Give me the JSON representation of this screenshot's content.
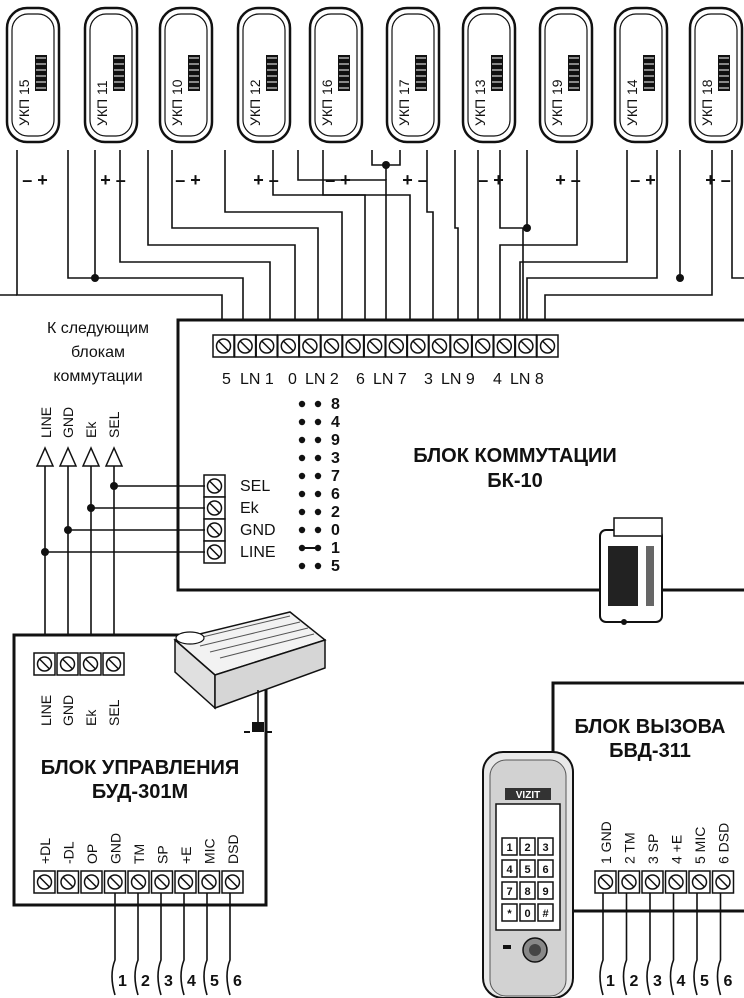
{
  "handsets": [
    "УКП 15",
    "УКП 11",
    "УКП 10",
    "УКП 12",
    "УКП 16",
    "УКП 17",
    "УКП 13",
    "УКП 19",
    "УКП 14",
    "УКП 18"
  ],
  "polarity": [
    "– +",
    "+ –",
    "– +",
    "+ –",
    "– +",
    "+ –",
    "– +",
    "+ –",
    "– +",
    "+ –"
  ],
  "bk10": {
    "title_line1": "БЛОК КОММУТАЦИИ",
    "title_line2": "БК-10",
    "top_terminal_labels": [
      "5",
      "LN 1",
      "0",
      "LN 2",
      "6",
      "LN 7",
      "3",
      "LN 9",
      "4",
      "LN 8"
    ],
    "side_terminals": [
      "SEL",
      "Ek",
      "GND",
      "LINE"
    ],
    "jumper_numbers": [
      "8",
      "4",
      "9",
      "3",
      "7",
      "6",
      "2",
      "0",
      "1",
      "5"
    ]
  },
  "next_blocks": {
    "line1": "К следующим",
    "line2": "блокам",
    "line3": "коммутации",
    "signals": [
      "LINE",
      "GND",
      "Ek",
      "SEL"
    ]
  },
  "bud": {
    "title_line1": "БЛОК УПРАВЛЕНИЯ",
    "title_line2": "БУД-301М",
    "top_terminals": [
      "LINE",
      "GND",
      "Ek",
      "SEL"
    ],
    "bottom_terminals": [
      "+DL",
      "-DL",
      "OP",
      "GND",
      "TM",
      "SP",
      "+E",
      "MIC",
      "DSD"
    ]
  },
  "bvd": {
    "title_line1": "БЛОК ВЫЗОВА",
    "title_line2": "БВД-311",
    "terminals": [
      "1 GND",
      "2 TM",
      "3 SP",
      "4 +E",
      "5 MIC",
      "6 DSD"
    ],
    "brand": "VIZIT",
    "keypad": [
      "1",
      "2",
      "3",
      "4",
      "5",
      "6",
      "7",
      "8",
      "9",
      "*",
      "0",
      "#"
    ]
  },
  "wire_numbers": [
    "1",
    "2",
    "3",
    "4",
    "5",
    "6"
  ]
}
